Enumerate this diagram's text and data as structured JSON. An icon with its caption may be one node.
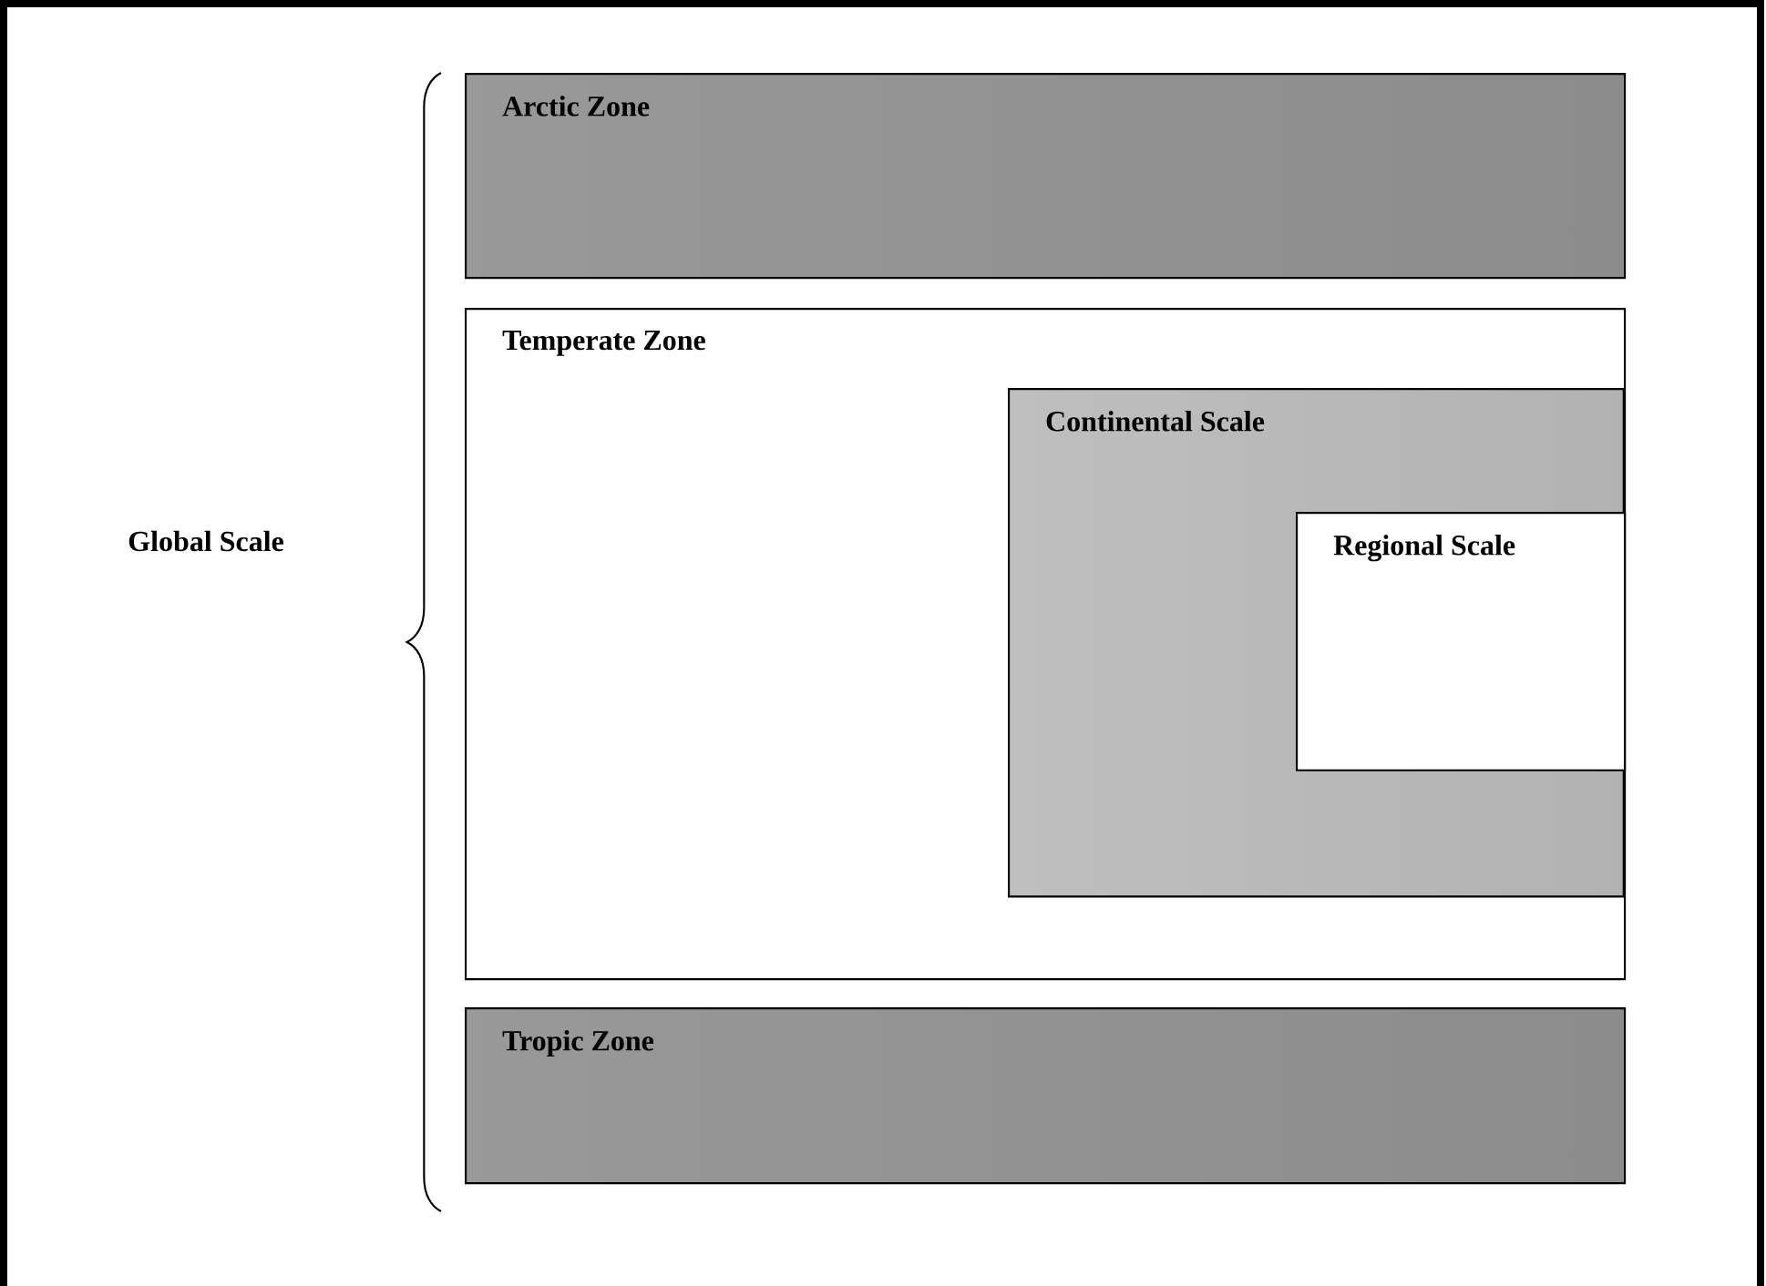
{
  "diagram": {
    "nodes": [
      {
        "text": [
          "Arctic Zone"
        ]
      },
      {
        "text": [
          "Temperate Zone"
        ]
      },
      {
        "text": [
          "Continental Scale"
        ],
        "in": 1
      },
      {
        "text": [
          "Regional Scale"
        ],
        "in": 2
      },
      {
        "text": [
          "Tropic Zone"
        ]
      }
    ],
    "labels": [
      "Global Scale"
    ]
  }
}
